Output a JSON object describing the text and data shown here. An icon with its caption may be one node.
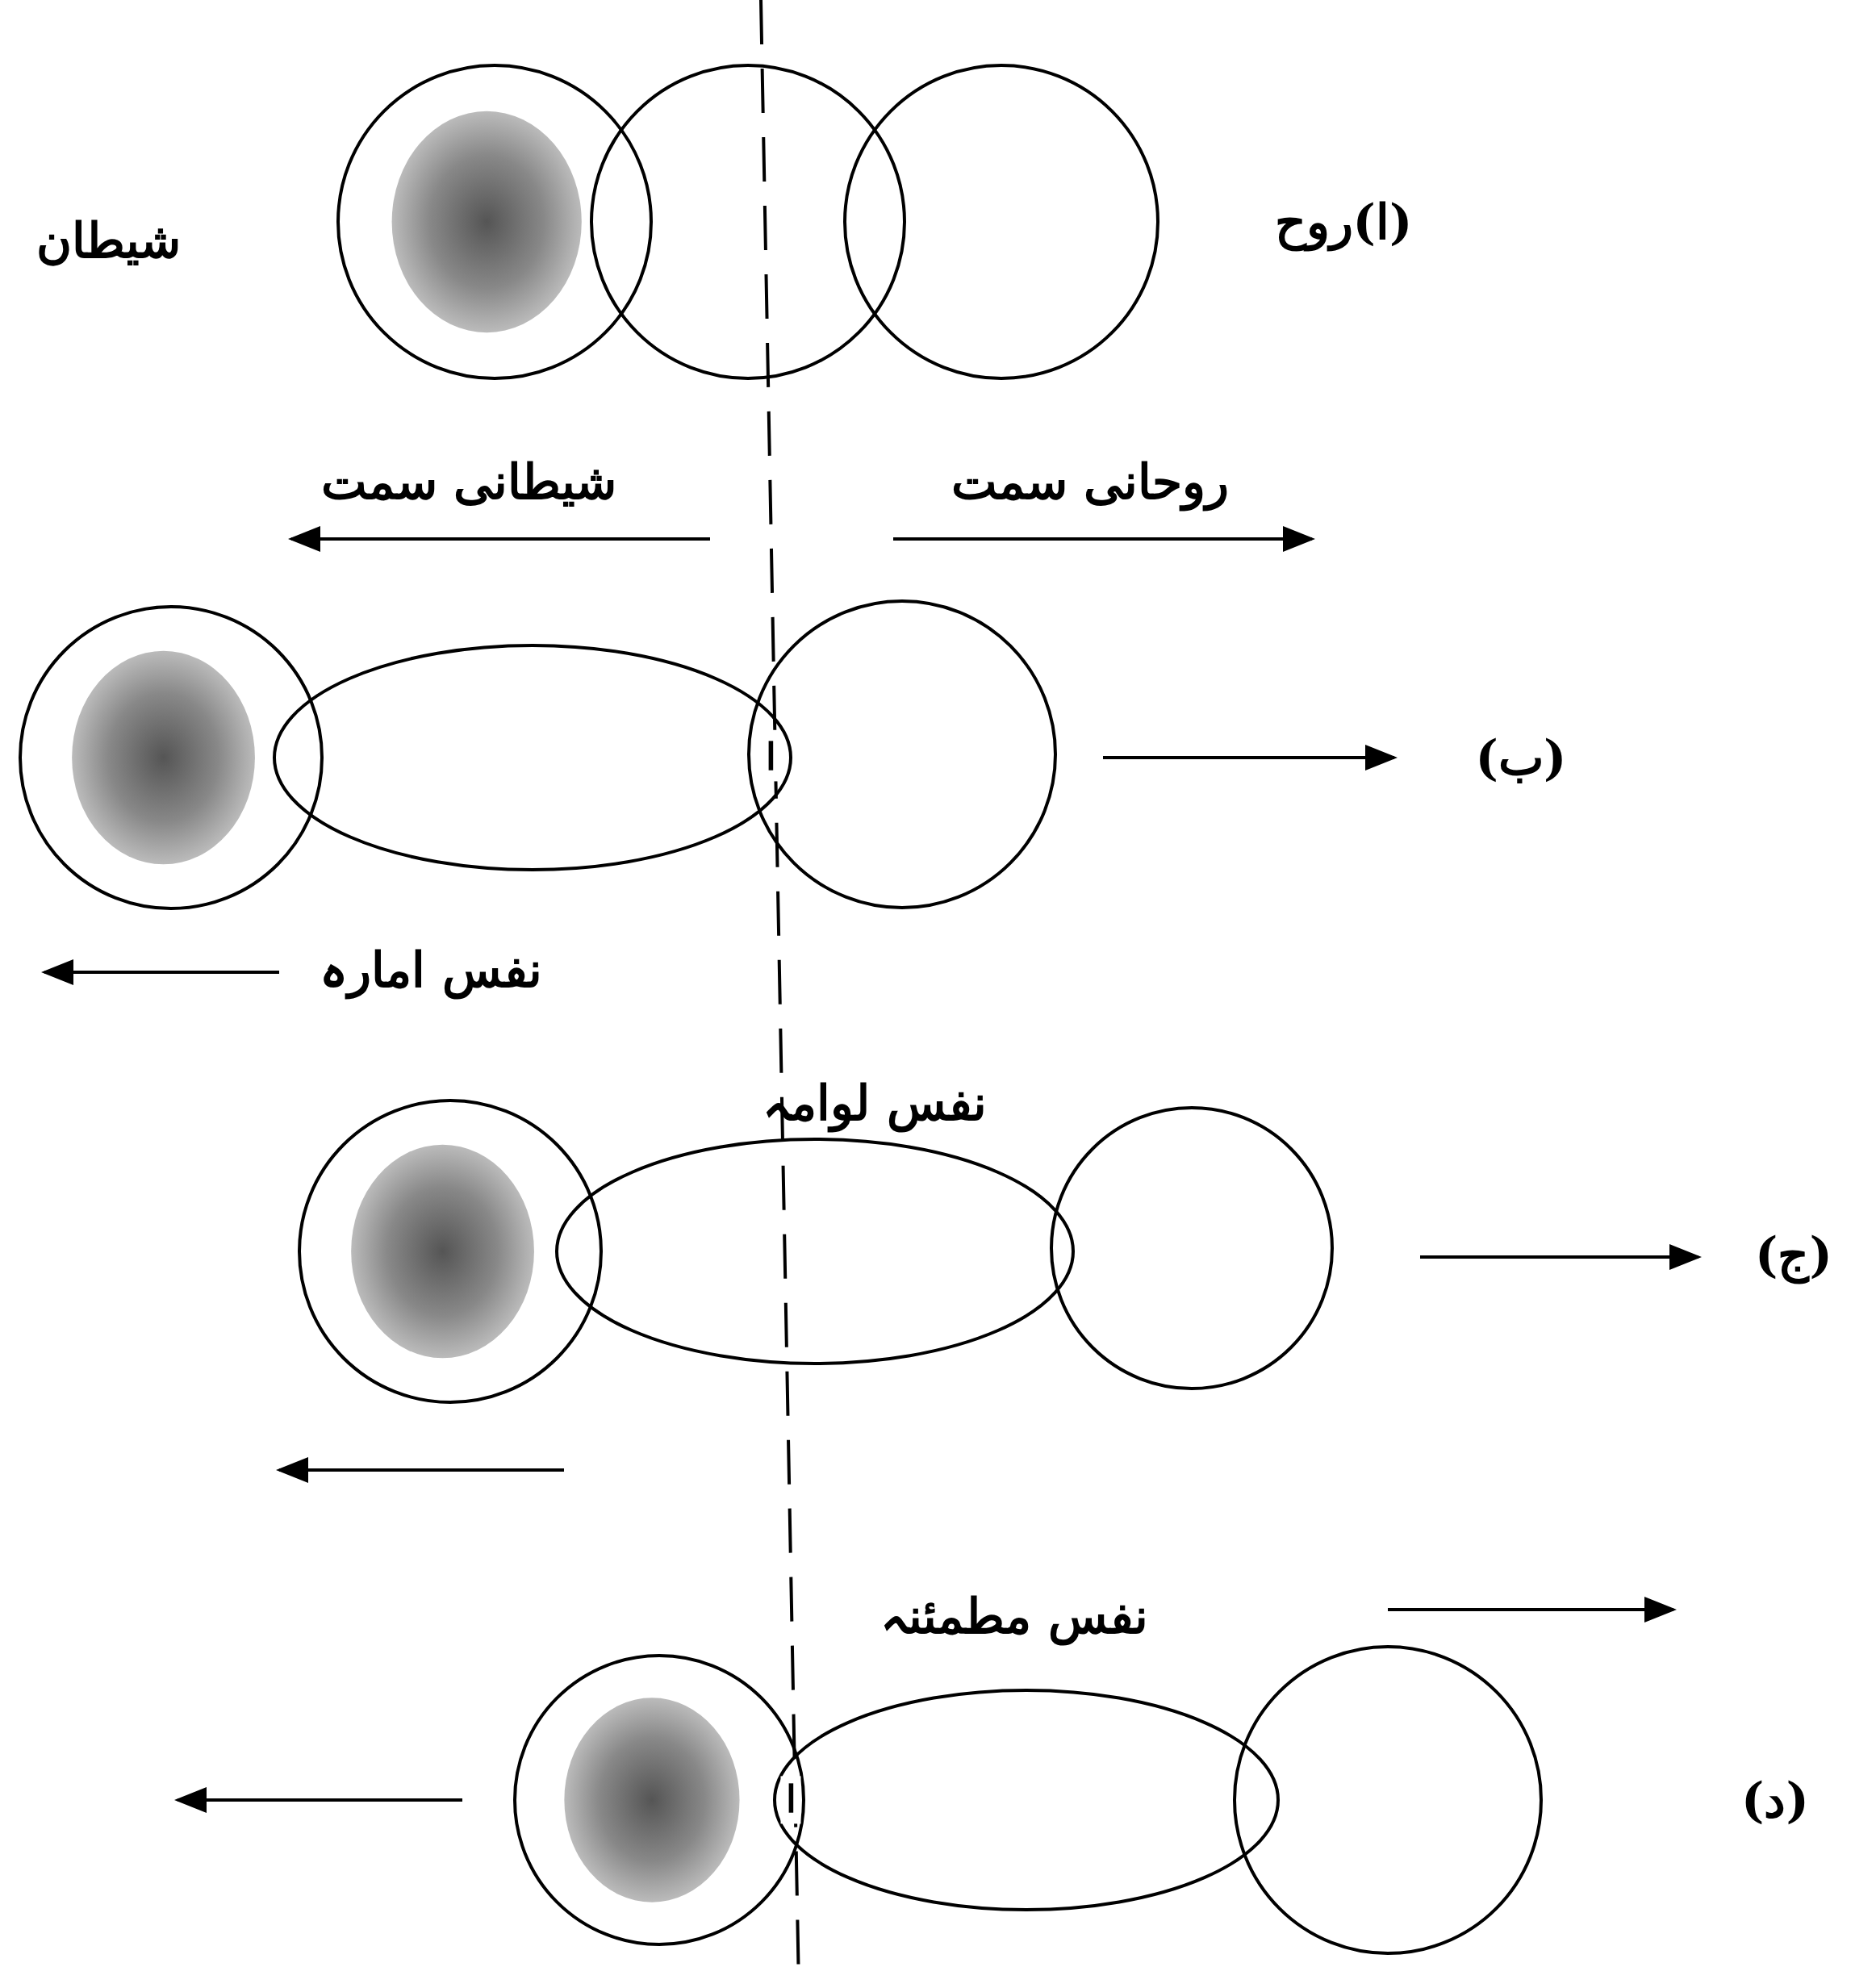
{
  "diagram": {
    "nodes": [
      {
        "text": [],
        "shape": "circle"
      },
      {
        "text": [],
        "shape": "circle"
      },
      {
        "text": [],
        "shape": "circle"
      },
      {
        "text": [],
        "shape": "circle"
      },
      {
        "text": [],
        "shape": "ellipse"
      },
      {
        "text": [],
        "shape": "circle"
      },
      {
        "text": [],
        "shape": "circle"
      },
      {
        "text": [],
        "shape": "ellipse"
      },
      {
        "text": [],
        "shape": "circle"
      },
      {
        "text": [],
        "shape": "circle"
      },
      {
        "text": [],
        "shape": "ellipse"
      },
      {
        "text": [],
        "shape": "circle"
      }
    ],
    "labels": [
      "شیطان",
      "(ا)روح",
      "شیطانی سمت",
      "روحانی سمت",
      "ا",
      "(ب)",
      "نفس امارہ",
      "نفس لوامہ",
      "(ج)",
      "نفس مطمئنہ",
      "ا",
      "(د)"
    ]
  }
}
